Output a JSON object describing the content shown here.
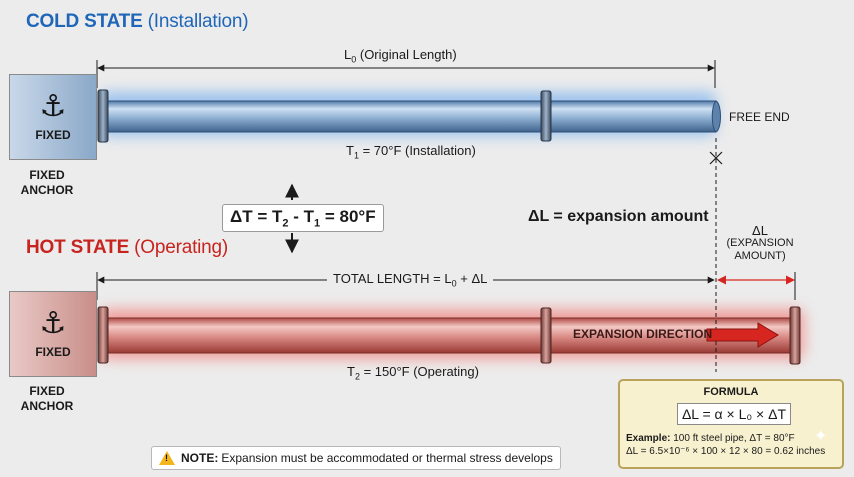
{
  "cold": {
    "title": "COLD STATE",
    "title_sub": "(Installation)",
    "length_label": "L",
    "length_sub": "0",
    "length_rest": " (Original Length)",
    "temp_label": "T",
    "temp_sub": "1",
    "temp_rest": " = 70°F (Installation)",
    "free_end": "FREE END",
    "anchor_word": "FIXED",
    "anchor_caption_1": "FIXED",
    "anchor_caption_2": "ANCHOR"
  },
  "hot": {
    "title": "HOT STATE",
    "title_sub": "(Operating)",
    "total_label": "TOTAL LENGTH = L",
    "total_sub": "0",
    "total_rest": " + ΔL",
    "temp_label": "T",
    "temp_sub": "2",
    "temp_rest": " = 150°F (Operating)",
    "direction": "EXPANSION DIRECTION",
    "anchor_word": "FIXED",
    "anchor_caption_1": "FIXED",
    "anchor_caption_2": "ANCHOR"
  },
  "delta_t": {
    "p1": "ΔT = T",
    "s1": "2",
    "p2": " - T",
    "s2": "1",
    "p3": " = 80°F"
  },
  "expansion": {
    "main_label": "ΔL = expansion amount",
    "dl": "ΔL",
    "dl_line2": "(EXPANSION",
    "dl_line3": "AMOUNT)"
  },
  "formula": {
    "title": "FORMULA",
    "equation": "ΔL = α × L₀ × ΔT",
    "example_bold": "Example:",
    "example_rest": " 100 ft steel pipe, ΔT = 80°F",
    "calc": "ΔL = 6.5×10⁻⁶ × 100 × 12 × 80 = 0.62 inches"
  },
  "note": {
    "bold": "NOTE:",
    "text": " Expansion must be accommodated or thermal stress develops"
  },
  "icons": {
    "anchor": "anchor-icon",
    "warning": "warning-icon",
    "sparkle": "sparkle-icon"
  },
  "colors": {
    "cold": "#1f66b8",
    "hot": "#c8241f",
    "cold_glow": "#7fb4ee",
    "hot_glow": "#f08a86",
    "arrow_red": "#d7251f"
  }
}
